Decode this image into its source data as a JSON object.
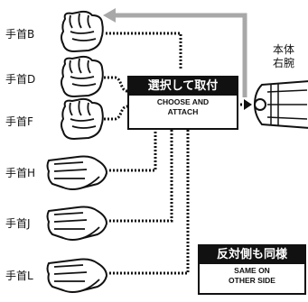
{
  "hands": [
    {
      "label": "手首B",
      "icon": "fist-hand-icon"
    },
    {
      "label": "手首D",
      "icon": "fist-hand-icon"
    },
    {
      "label": "手首F",
      "icon": "fist-hand-icon"
    },
    {
      "label": "手首H",
      "icon": "open-hand-icon"
    },
    {
      "label": "手首J",
      "icon": "open-hand-icon"
    },
    {
      "label": "手首L",
      "icon": "open-hand-icon"
    }
  ],
  "choose_box": {
    "jp": "選択して取付",
    "en_line1": "CHOOSE AND",
    "en_line2": "ATTACH"
  },
  "same_box": {
    "jp": "反対側も同様",
    "en_line1": "SAME ON",
    "en_line2": "OTHER SIDE"
  },
  "body_part": {
    "line1": "本体",
    "line2": "右腕",
    "icon": "right-arm-icon"
  },
  "colors": {
    "ink": "#111111",
    "arrow_gray": "#a8a8a8",
    "hand_fill": "#ffffff"
  }
}
